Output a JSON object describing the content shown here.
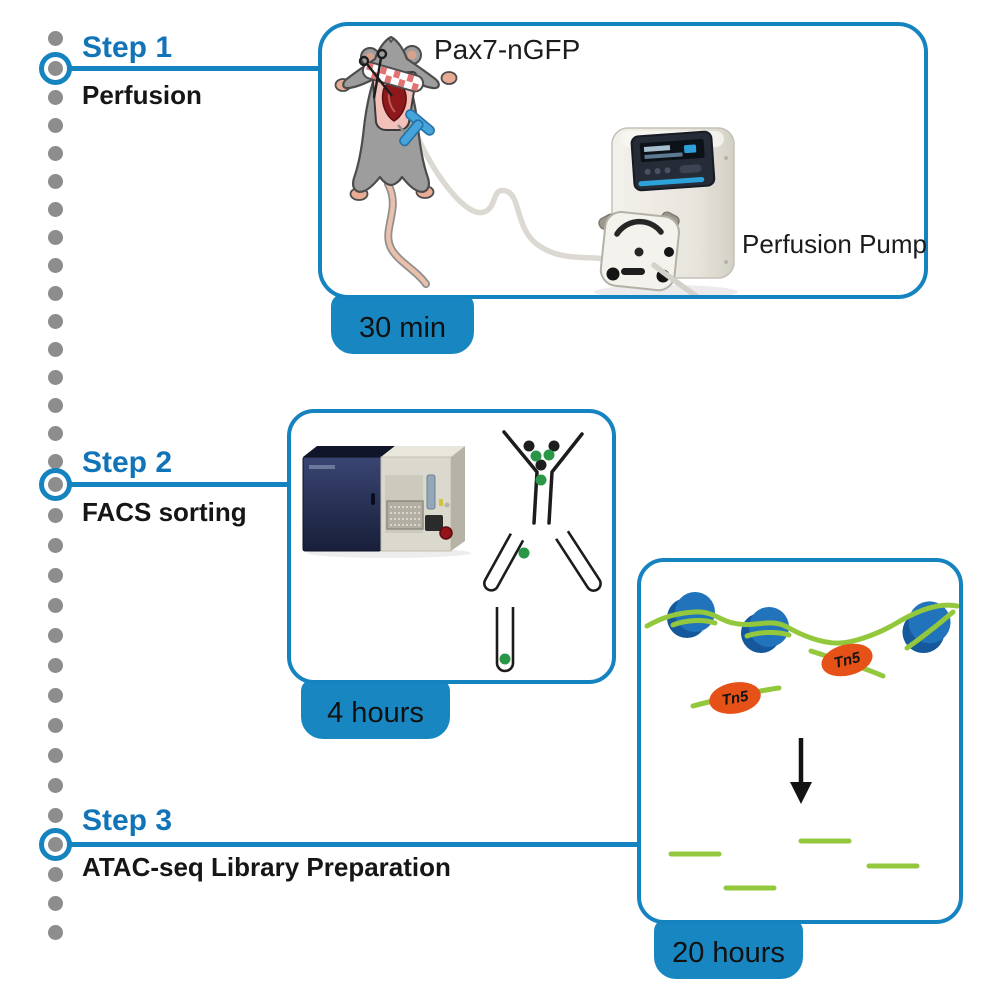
{
  "diagram": {
    "type": "protocol-timeline",
    "steps": [
      {
        "label": "Step 1",
        "title": "Perfusion",
        "duration": "30 min"
      },
      {
        "label": "Step 2",
        "title": "FACS sorting",
        "duration": "4 hours"
      },
      {
        "label": "Step 3",
        "title": "ATAC-seq Library Preparation",
        "duration": "20 hours"
      }
    ]
  },
  "step1_panel": {
    "mouse_strain_label": "Pax7-nGFP",
    "pump_label": "Perfusion Pump"
  },
  "step3_panel": {
    "enzyme_label": "Tn5"
  },
  "colors": {
    "accent_blue": "#1583c0",
    "step_label_blue": "#1274b8",
    "timeline_dot_gray": "#8d8d8d",
    "dna_green": "#93c83d",
    "sorted_cell_green": "#2a9747",
    "unsorted_cell_dark": "#1e1e1e",
    "nucleosome_blue": "#2173bb",
    "nucleosome_shadow_blue": "#15589c",
    "tn5_orange": "#e65117",
    "badge_text": "#111111"
  }
}
